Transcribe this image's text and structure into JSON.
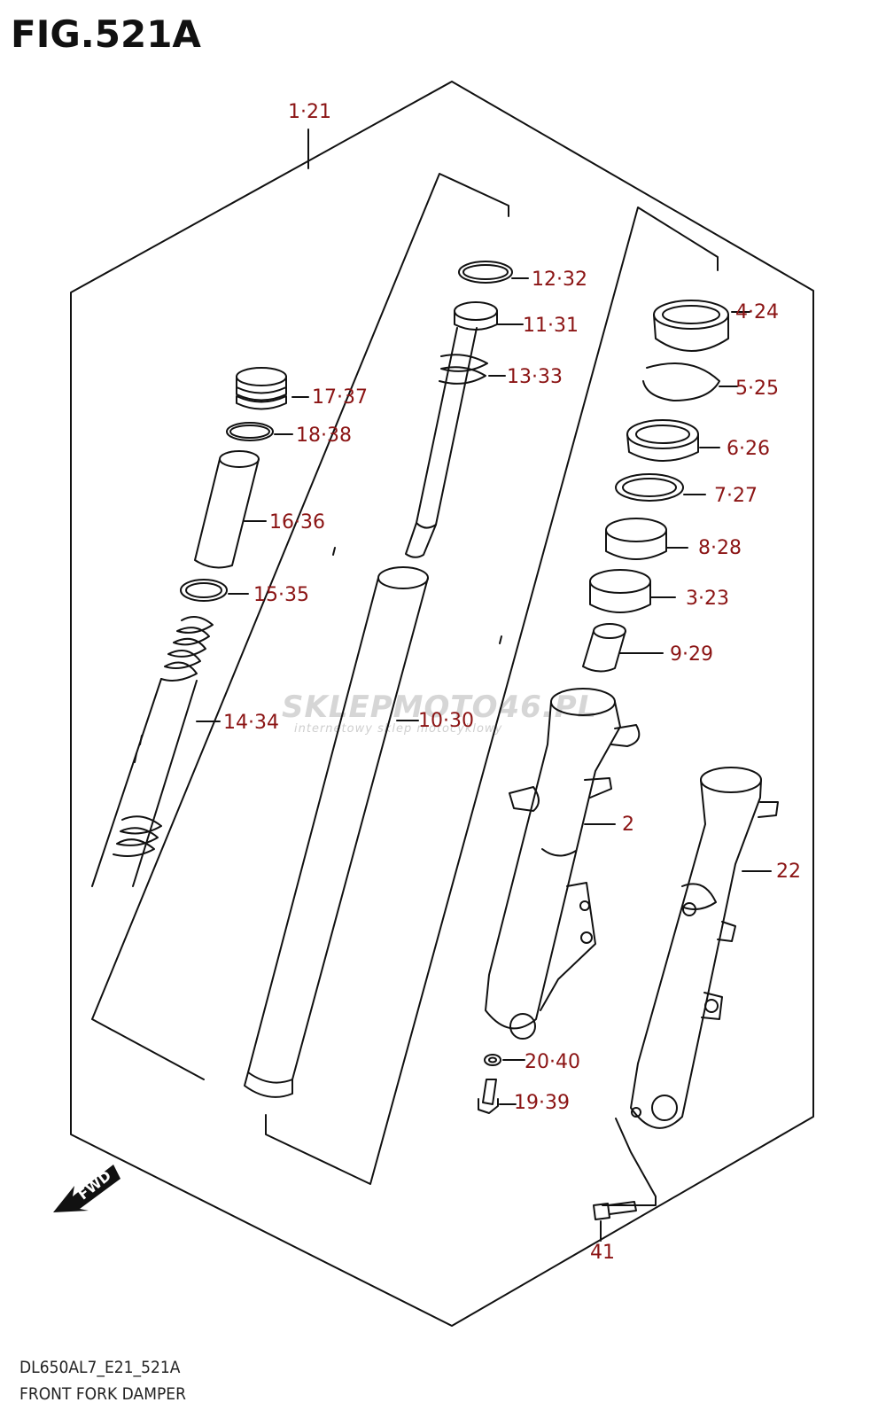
{
  "figure": {
    "title": "FIG.521A",
    "model_code": "DL650AL7_E21_521A",
    "caption": "FRONT FORK DAMPER"
  },
  "watermark": {
    "logo": "SKLEPMOTO46.PL",
    "tagline": "internetowy sklep motocyklowy"
  },
  "direction_badge": "FWD",
  "callouts": [
    {
      "id": "c1-21",
      "text": "1·21"
    },
    {
      "id": "c12-32",
      "text": "12·32"
    },
    {
      "id": "c11-31",
      "text": "11·31"
    },
    {
      "id": "c13-33",
      "text": "13·33"
    },
    {
      "id": "c17-37",
      "text": "17·37"
    },
    {
      "id": "c18-38",
      "text": "18·38"
    },
    {
      "id": "c16-36",
      "text": "16·36"
    },
    {
      "id": "c15-35",
      "text": "15·35"
    },
    {
      "id": "c14-34",
      "text": "14·34"
    },
    {
      "id": "c10-30",
      "text": "10·30"
    },
    {
      "id": "c4-24",
      "text": "4·24"
    },
    {
      "id": "c5-25",
      "text": "5·25"
    },
    {
      "id": "c6-26",
      "text": "6·26"
    },
    {
      "id": "c7-27",
      "text": "7·27"
    },
    {
      "id": "c8-28",
      "text": "8·28"
    },
    {
      "id": "c3-23",
      "text": "3·23"
    },
    {
      "id": "c9-29",
      "text": "9·29"
    },
    {
      "id": "c2",
      "text": "2"
    },
    {
      "id": "c22",
      "text": "22"
    },
    {
      "id": "c20-40",
      "text": "20·40"
    },
    {
      "id": "c19-39",
      "text": "19·39"
    },
    {
      "id": "c41",
      "text": "41"
    }
  ],
  "colors": {
    "callout_text": "#8b1414",
    "line_art": "#111111",
    "watermark": "#d6d6d6"
  }
}
